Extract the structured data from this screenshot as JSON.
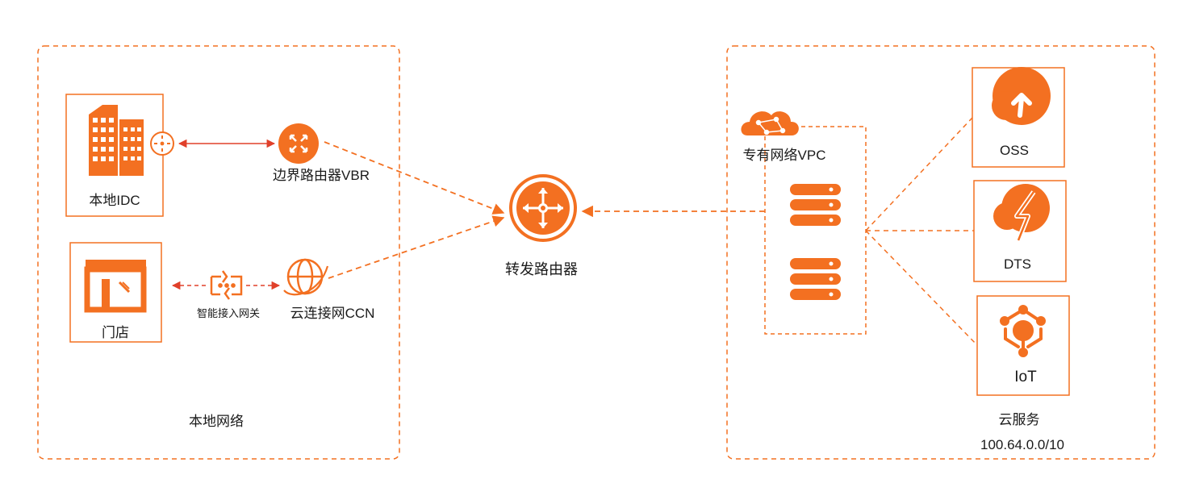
{
  "colors": {
    "accent": "#f37021",
    "connector_red": "#e0402a",
    "text": "#1a1a1a"
  },
  "local_network": {
    "title": "本地网络",
    "idc": {
      "label": "本地IDC",
      "icon": "building-icon"
    },
    "store": {
      "label": "门店",
      "icon": "store-icon"
    },
    "vbr": {
      "label": "边界路由器VBR",
      "icon": "router-icon"
    },
    "gateway": {
      "label": "智能接入网关",
      "icon": "gateway-icon"
    },
    "ccn": {
      "label": "云连接网CCN",
      "icon": "globe-icon"
    }
  },
  "transit_router": {
    "label": "转发路由器",
    "icon": "transit-router-icon"
  },
  "vpc": {
    "label": "专有网络VPC",
    "icon": "cloud-network-icon"
  },
  "cloud_services": {
    "title": "云服务",
    "cidr": "100.64.0.0/10",
    "items": [
      {
        "label": "OSS",
        "icon": "oss-icon"
      },
      {
        "label": "DTS",
        "icon": "dts-icon"
      },
      {
        "label": "IoT",
        "icon": "iot-icon"
      }
    ]
  }
}
